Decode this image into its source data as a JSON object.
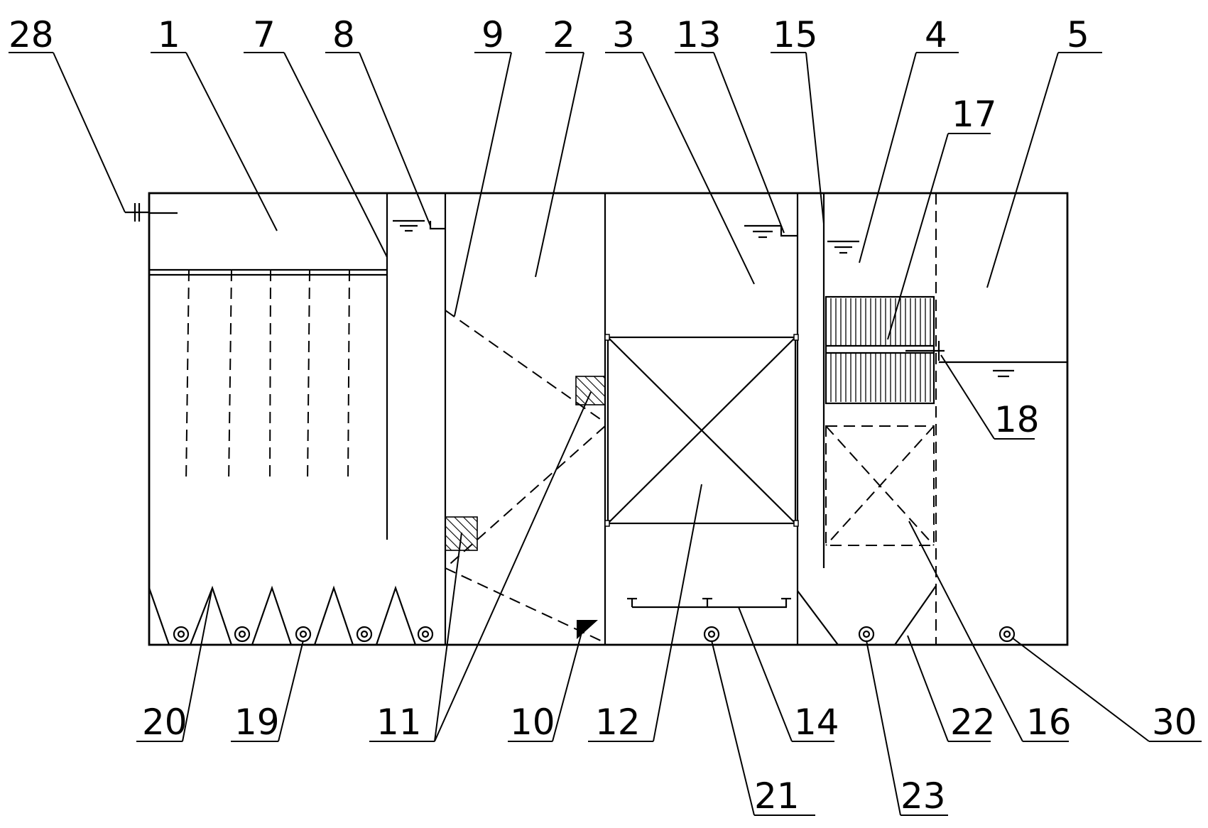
{
  "labels": {
    "l28": "28",
    "l1": "1",
    "l7": "7",
    "l8": "8",
    "l9": "9",
    "l2": "2",
    "l3": "3",
    "l13": "13",
    "l15": "15",
    "l4": "4",
    "l5": "5",
    "l17": "17",
    "l18": "18",
    "l20": "20",
    "l19": "19",
    "l11": "11",
    "l10": "10",
    "l12": "12",
    "l14": "14",
    "l21": "21",
    "l23": "23",
    "l22": "22",
    "l16": "16",
    "l30": "30"
  }
}
